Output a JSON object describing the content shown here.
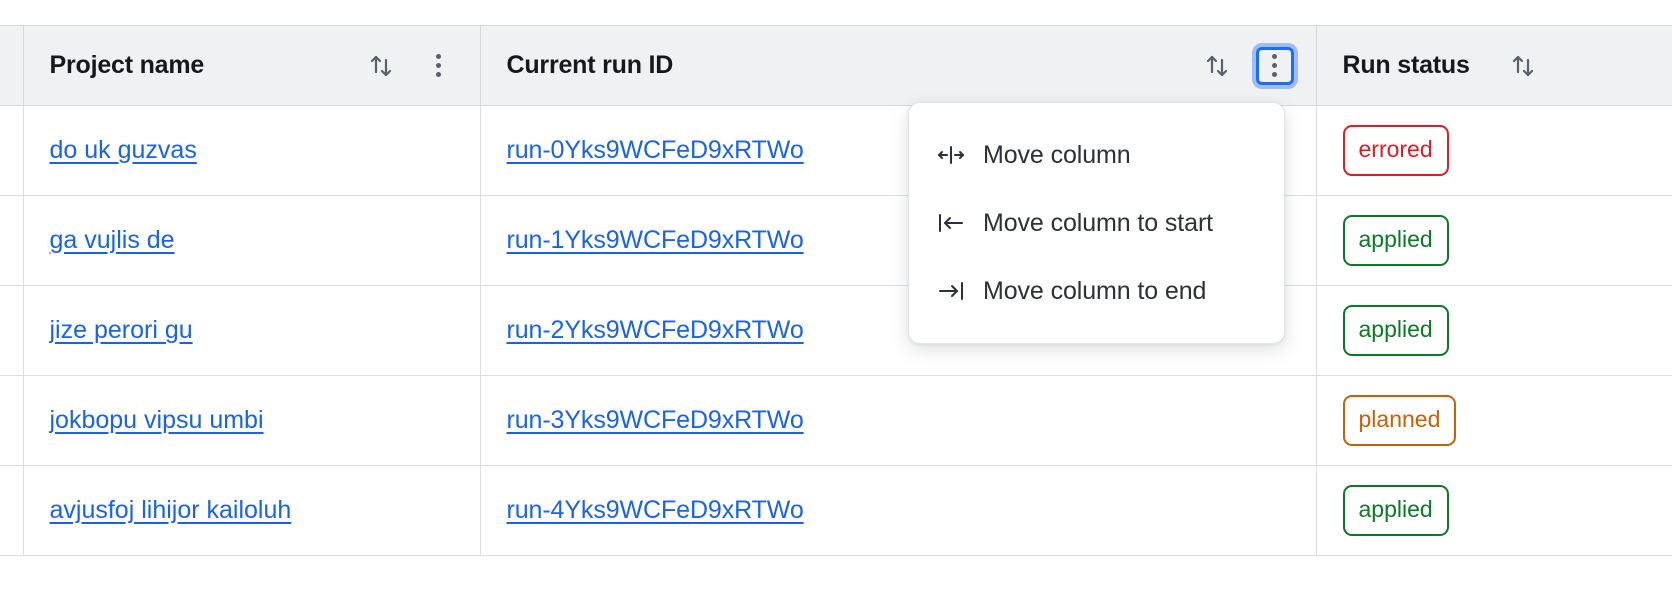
{
  "table": {
    "columns": [
      {
        "key": "project",
        "label": "Project name",
        "sort_icon": "sort-arrows-icon",
        "menu_icon": "kebab-menu-icon",
        "menu_focused": false
      },
      {
        "key": "runid",
        "label": "Current run ID",
        "sort_icon": "sort-arrows-icon",
        "menu_icon": "kebab-menu-icon",
        "menu_focused": true
      },
      {
        "key": "status",
        "label": "Run status",
        "sort_icon": "sort-arrows-icon",
        "menu_icon": null,
        "menu_focused": false
      }
    ],
    "rows": [
      {
        "project": "do uk guzvas",
        "run_id": "run-0Yks9WCFeD9xRTWo",
        "status": "errored",
        "status_kind": "errored"
      },
      {
        "project": "ga vujlis de",
        "run_id": "run-1Yks9WCFeD9xRTWo",
        "status": "applied",
        "status_kind": "applied"
      },
      {
        "project": "jize perori gu",
        "run_id": "run-2Yks9WCFeD9xRTWo",
        "status": "applied",
        "status_kind": "applied"
      },
      {
        "project": "jokbopu vipsu umbi",
        "run_id": "run-3Yks9WCFeD9xRTWo",
        "status": "planned",
        "status_kind": "planned"
      },
      {
        "project": "avjusfoj lihijor kailoluh",
        "run_id": "run-4Yks9WCFeD9xRTWo",
        "status": "applied",
        "status_kind": "applied"
      }
    ]
  },
  "column_menu": {
    "open_for_column": "Current run ID",
    "items": [
      {
        "icon": "move-column-icon",
        "label": "Move column"
      },
      {
        "icon": "move-column-to-start-icon",
        "label": "Move column to start"
      },
      {
        "icon": "move-column-to-end-icon",
        "label": "Move column to end"
      }
    ]
  },
  "colors": {
    "link": "#1a63e8",
    "header_bg": "#f0f1f3",
    "focus_ring": "#1b6ef3",
    "status_errored": "#e01b24",
    "status_applied": "#0b7a27",
    "status_planned": "#c8600a"
  }
}
